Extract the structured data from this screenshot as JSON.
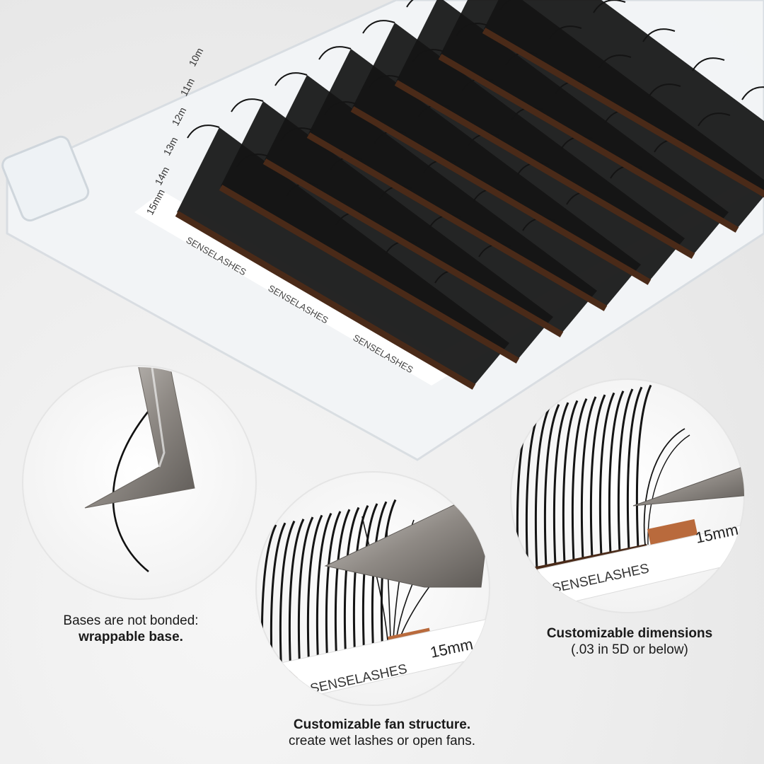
{
  "tray": {
    "brand_label": "SENSELASHES",
    "length_labels": [
      "15mm",
      "14m",
      "13m",
      "12m",
      "11m",
      "10m"
    ]
  },
  "circle_left": {
    "caption_line1": "Bases are not bonded:",
    "caption_line2": "wrappable base."
  },
  "circle_middle": {
    "strip_brand": "SENSELASHES",
    "strip_length": "15mm",
    "caption_bold": "Customizable fan structure.",
    "caption_plain": "create wet lashes or open fans."
  },
  "circle_right": {
    "strip_brand": "SENSELASHES",
    "strip_length": "15mm",
    "caption_bold": "Customizable dimensions",
    "caption_plain": "(.03 in 5D or below)"
  },
  "colors": {
    "lash": "#141414",
    "lash_base": "#4a2a18",
    "strip_tape": "#b96a3c",
    "tray_plastic": "#f4f6f8",
    "tweezer": "#8a8580"
  }
}
